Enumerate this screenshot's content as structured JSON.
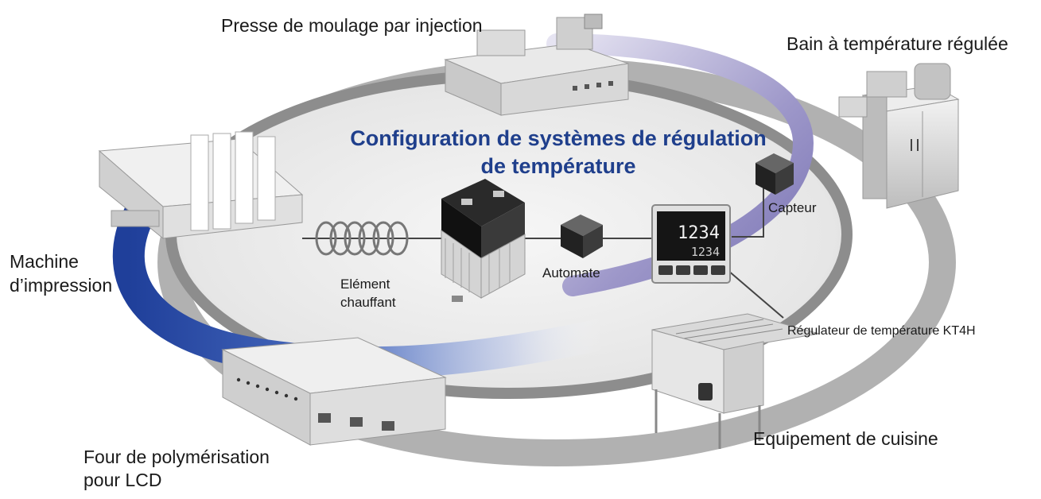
{
  "diagram": {
    "title_line1": "Configuration de systèmes de régulation",
    "title_line2": "de température",
    "labels": {
      "injection": "Presse de moulage par injection",
      "bath": "Bain à température régulée",
      "printing_line1": "Machine",
      "printing_line2": "d’impression",
      "oven_line1": "Four de polymérisation",
      "oven_line2": "pour LCD",
      "kitchen": "Equipement de cuisine",
      "heater_line1": "Elément",
      "heater_line2": "chauffant",
      "plc": "Automate",
      "sensor": "Capteur",
      "regulator": "Régulateur de température KT4H"
    },
    "display": {
      "top": "1234",
      "bottom": "1234"
    },
    "colors": {
      "title": "#1f3f8c",
      "blue_ring": "#2a4fa8",
      "grey_ring": "#a8a8a8"
    }
  }
}
